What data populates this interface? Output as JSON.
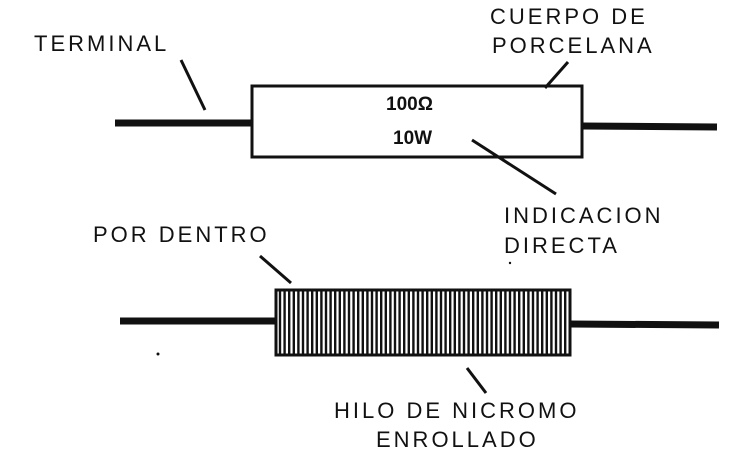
{
  "labels": {
    "terminal": "TERMINAL",
    "body_line1": "CUERPO DE",
    "body_line2": "PORCELANA",
    "indication_line1": "INDICACION",
    "indication_line2": "DIRECTA",
    "inside": "POR DENTRO",
    "wire_line1": "HILO DE NICROMO",
    "wire_line2": "ENROLLADO"
  },
  "resistor_marking": {
    "resistance": "100Ω",
    "power": "10W"
  },
  "colors": {
    "ink": "#111111",
    "paper": "#ffffff"
  }
}
